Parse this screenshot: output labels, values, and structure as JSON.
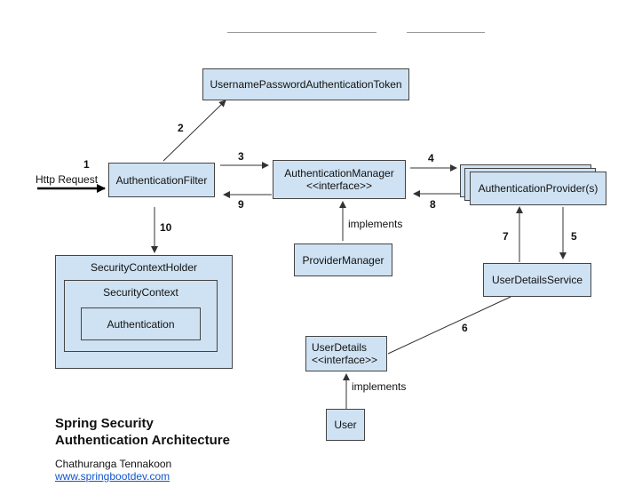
{
  "boxes": {
    "token": "UsernamePasswordAuthenticationToken",
    "filter": "AuthenticationFilter",
    "manager_line1": "AuthenticationManager",
    "manager_line2": "<<interface>>",
    "provider": "AuthenticationProvider(s)",
    "provider_manager": "ProviderManager",
    "user_details_service": "UserDetailsService",
    "context_holder": "SecurityContextHolder",
    "context": "SecurityContext",
    "authentication": "Authentication",
    "user_details_line1": "UserDetails",
    "user_details_line2": "<<interface>>",
    "user": "User"
  },
  "labels": {
    "http_request": "Http Request",
    "implements_1": "implements",
    "implements_2": "implements"
  },
  "steps": [
    "1",
    "2",
    "3",
    "4",
    "5",
    "6",
    "7",
    "8",
    "9",
    "10"
  ],
  "footer": {
    "title_line1": "Spring Security",
    "title_line2": "Authentication Architecture",
    "author": "Chathuranga Tennakoon",
    "url": "www.springbootdev.com"
  },
  "colors": {
    "box_fill": "#cfe2f3",
    "line": "#444444",
    "link": "#1155cc"
  }
}
